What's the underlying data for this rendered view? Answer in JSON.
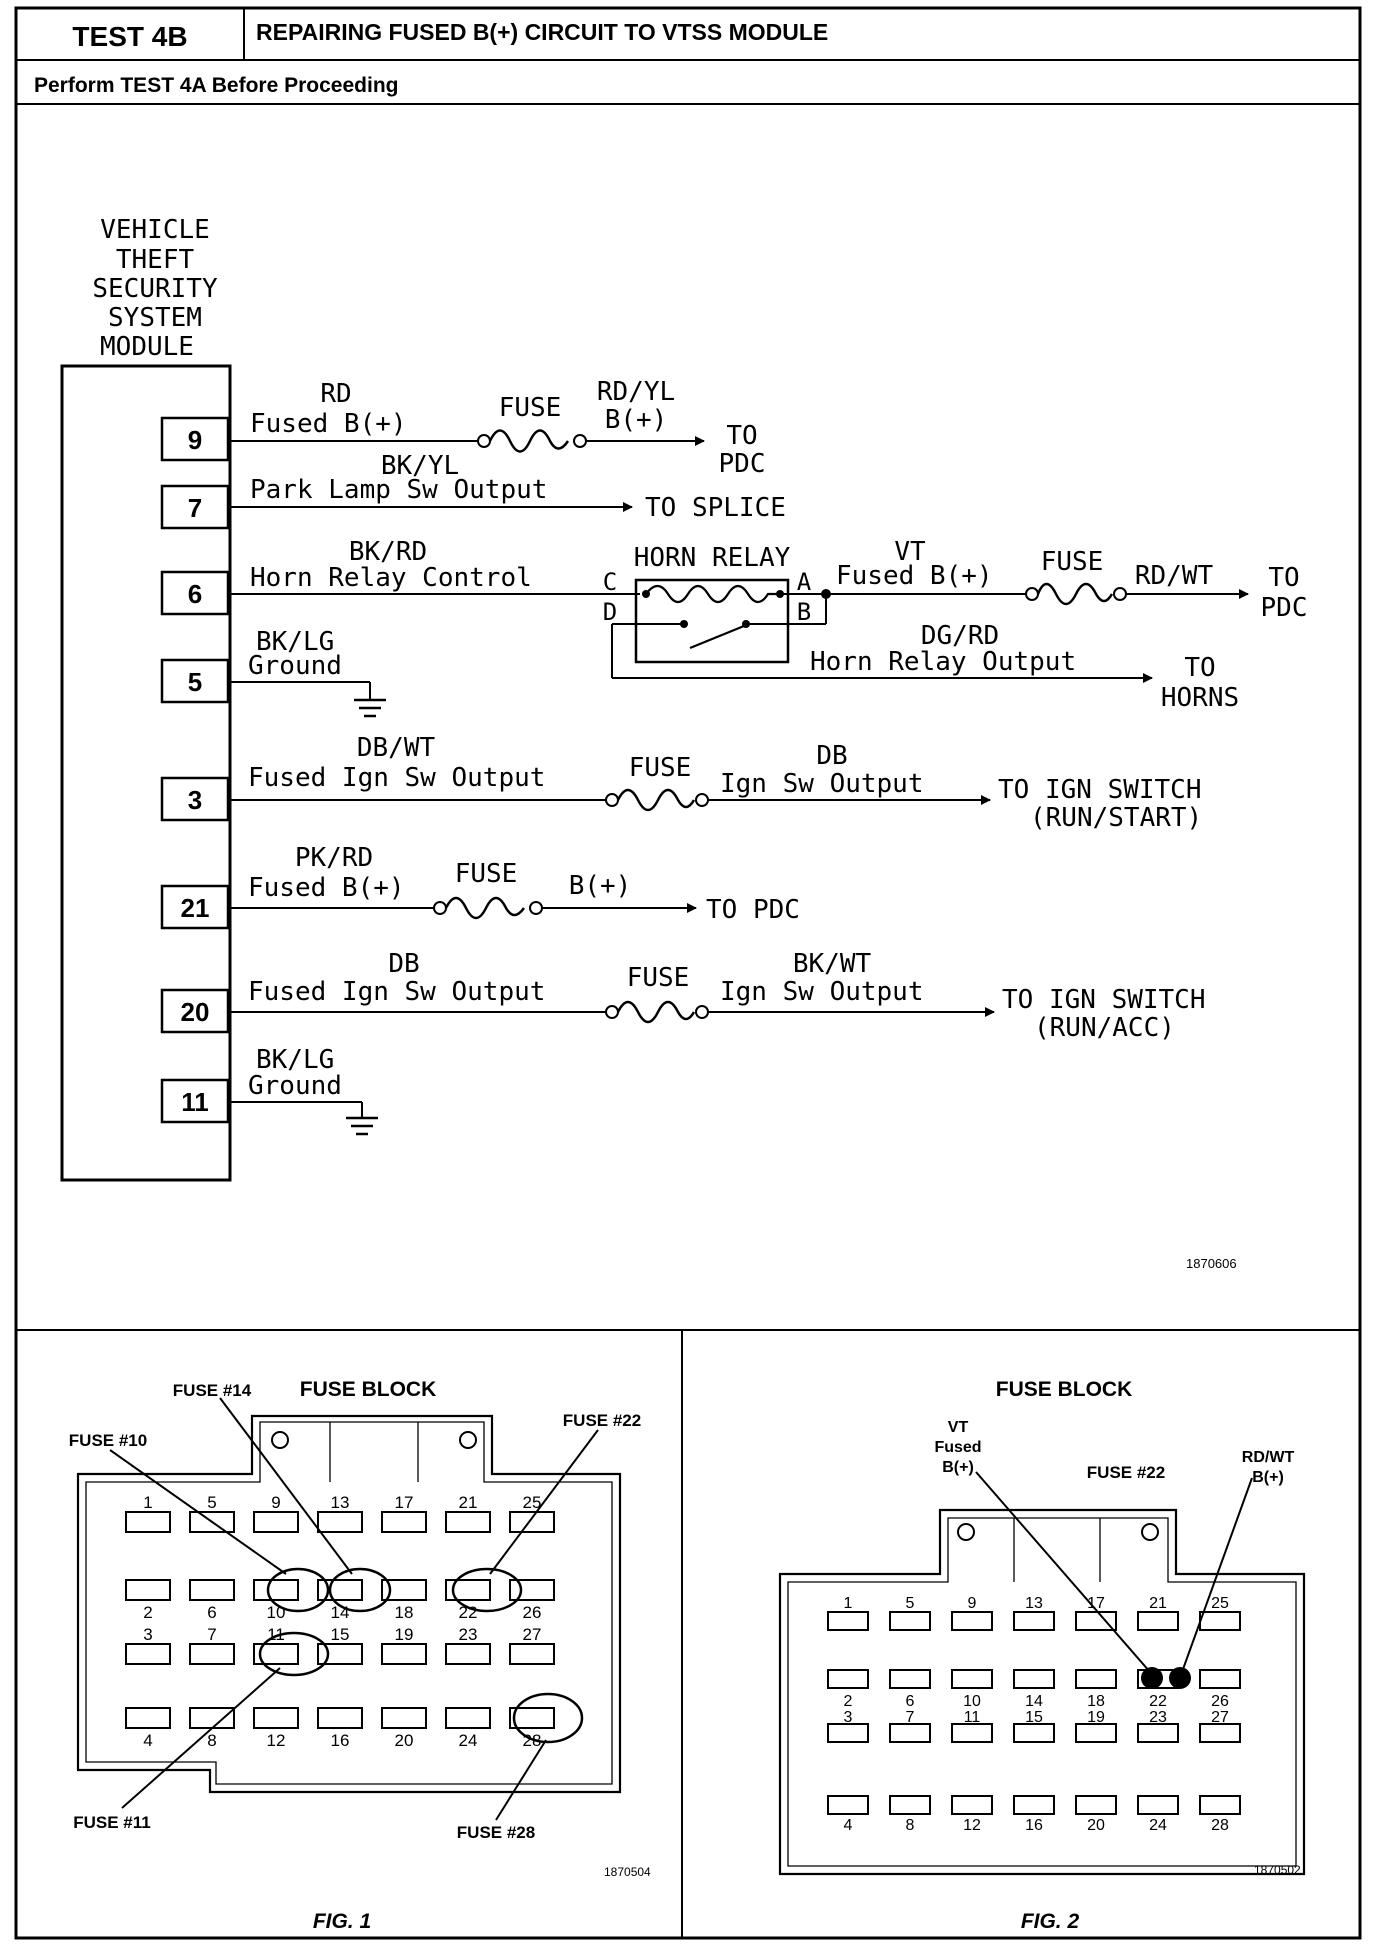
{
  "header": {
    "test_id": "TEST 4B",
    "title": "REPAIRING FUSED B(+) CIRCUIT TO VTSS MODULE",
    "subtitle": "Perform TEST 4A Before Proceeding"
  },
  "schematic": {
    "module_label": [
      "VEHICLE",
      "THEFT",
      "SECURITY",
      "SYSTEM",
      "MODULE"
    ],
    "pins": [
      "9",
      "7",
      "6",
      "5",
      "3",
      "21",
      "20",
      "11"
    ],
    "circuits": {
      "pin9": {
        "wire": "RD",
        "name": "Fused B(+)",
        "fuse": "FUSE",
        "out_wire": "RD/YL",
        "out_name": "B(+)",
        "dest": [
          "TO",
          "PDC"
        ]
      },
      "pin7": {
        "wire": "BK/YL",
        "name": "Park Lamp Sw Output",
        "dest": "TO SPLICE"
      },
      "pin6": {
        "wire": "BK/RD",
        "name": "Horn Relay Control",
        "relay": "HORN RELAY",
        "term_c": "C",
        "term_d": "D",
        "term_a": "A",
        "term_b": "B",
        "out_wire": "VT",
        "out_name": "Fused B(+)",
        "fuse": "FUSE",
        "fuse_out": "RD/WT",
        "dest": [
          "TO",
          "PDC"
        ],
        "relay_out_wire": "DG/RD",
        "relay_out_name": "Horn Relay Output",
        "relay_dest": [
          "TO",
          "HORNS"
        ]
      },
      "pin5": {
        "wire": "BK/LG",
        "name": "Ground"
      },
      "pin3": {
        "wire": "DB/WT",
        "name": "Fused Ign Sw Output",
        "fuse": "FUSE",
        "out_wire": "DB",
        "out_name": "Ign Sw Output",
        "dest": [
          "TO IGN SWITCH",
          "(RUN/START)"
        ]
      },
      "pin21": {
        "wire": "PK/RD",
        "name": "Fused B(+)",
        "fuse": "FUSE",
        "out_name": "B(+)",
        "dest": "TO PDC"
      },
      "pin20": {
        "wire": "DB",
        "name": "Fused Ign Sw Output",
        "fuse": "FUSE",
        "out_wire": "BK/WT",
        "out_name": "Ign Sw Output",
        "dest": [
          "TO IGN SWITCH",
          "(RUN/ACC)"
        ]
      },
      "pin11": {
        "wire": "BK/LG",
        "name": "Ground"
      }
    },
    "figure_number": "1870606"
  },
  "fig1": {
    "title": "FUSE BLOCK",
    "callouts": [
      "FUSE #14",
      "FUSE #10",
      "FUSE #22",
      "FUSE #11",
      "FUSE #28"
    ],
    "figure_number": "1870504",
    "caption": "FIG. 1"
  },
  "fig2": {
    "title": "FUSE BLOCK",
    "callout_vt": [
      "VT",
      "Fused",
      "B(+)"
    ],
    "callout_fuse": "FUSE #22",
    "callout_rdwt": [
      "RD/WT",
      "B(+)"
    ],
    "figure_number": "1870502",
    "caption": "FIG. 2"
  },
  "fuse_numbers": {
    "row1_top": [
      "1",
      "5",
      "9",
      "13",
      "17",
      "21",
      "25"
    ],
    "row2_bottom": [
      "2",
      "6",
      "10",
      "14",
      "18",
      "22",
      "26"
    ],
    "row3_top": [
      "3",
      "7",
      "11",
      "15",
      "19",
      "23",
      "27"
    ],
    "row4_bottom": [
      "4",
      "8",
      "12",
      "16",
      "20",
      "24",
      "28"
    ]
  }
}
